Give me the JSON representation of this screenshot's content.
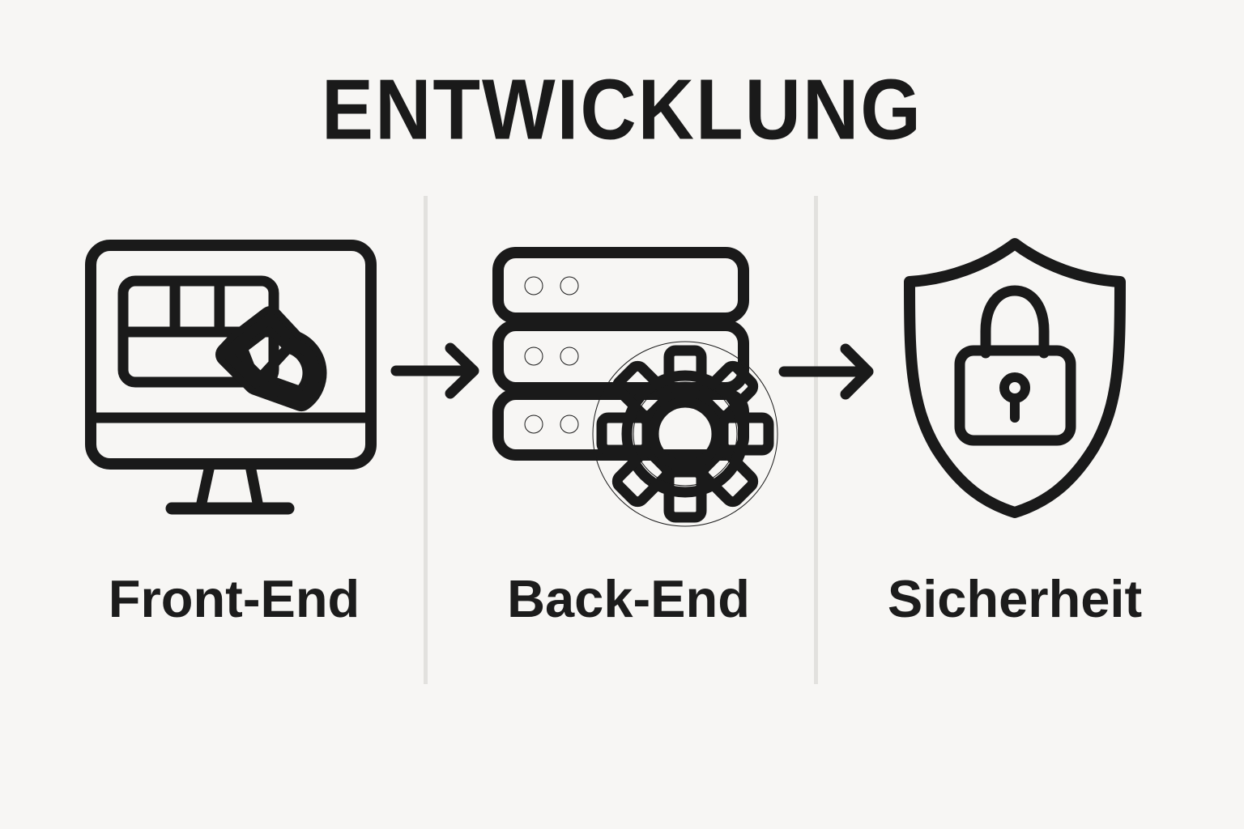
{
  "title": "ENTWICKLUNG",
  "steps": [
    {
      "label": "Front-End",
      "icon": "monitor-design-icon"
    },
    {
      "label": "Back-End",
      "icon": "server-gear-icon"
    },
    {
      "label": "Sicherheit",
      "icon": "shield-lock-icon"
    }
  ],
  "connectors": [
    {
      "icon": "arrow-right-icon"
    },
    {
      "icon": "arrow-right-icon"
    }
  ],
  "colors": {
    "background": "#f7f6f4",
    "ink": "#1a1a1a",
    "divider": "#e2e1de",
    "label": "#1c1c1c"
  }
}
